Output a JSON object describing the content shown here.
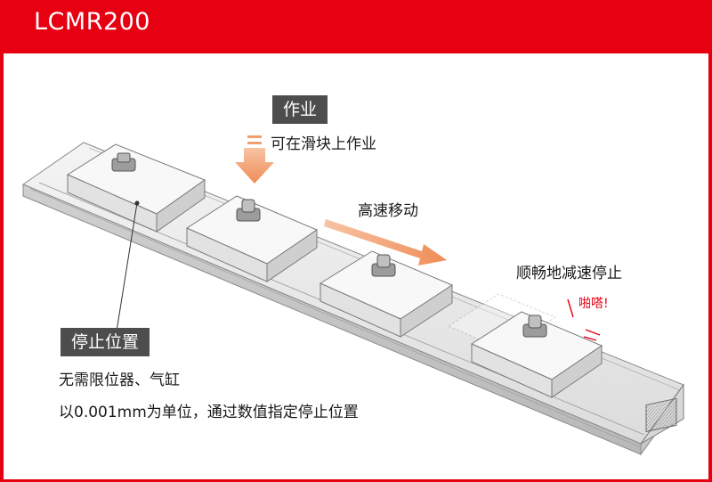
{
  "header": {
    "title": "LCMR200"
  },
  "work": {
    "tag": "作业",
    "desc": "可在滑块上作业"
  },
  "move": {
    "label": "高速移动"
  },
  "stop": {
    "label": "顺畅地减速停止",
    "sound": "啪嗒!"
  },
  "position": {
    "tag": "停止位置",
    "line1": "无需限位器、气缸",
    "line2": "以0.001mm为单位，通过数值指定停止位置"
  },
  "colors": {
    "brand_red": "#e60012",
    "tag_gray": "#4d4d4d",
    "arrow_orange": "#f0a070"
  }
}
